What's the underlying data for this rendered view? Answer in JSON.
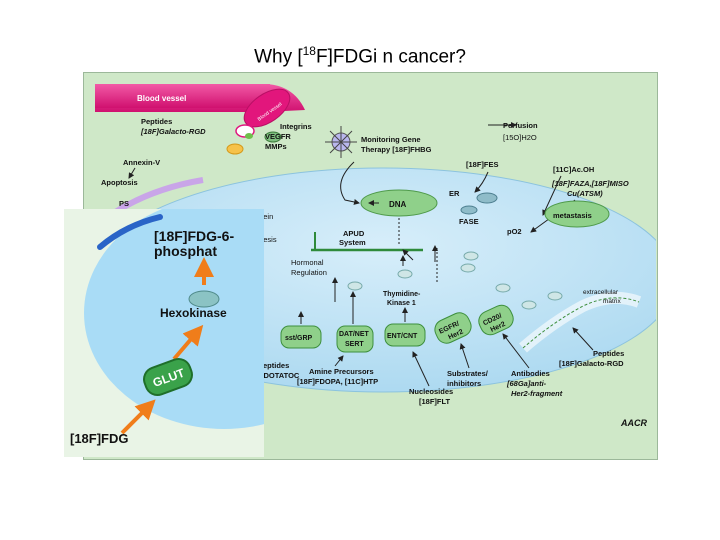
{
  "title": {
    "prefix": "Why [",
    "sup": "18",
    "suffix": "F]FDGi n cancer?"
  },
  "main": {
    "blood_vessel": "Blood vessel",
    "blood_vessel_cap": "Blood vessel",
    "peptides_1": "Peptides",
    "galacto_rgd_1": "[18F]Galacto-RGD",
    "integrins": "Integrins",
    "vegfr": "VEGFR",
    "mmps": "MMPs",
    "monitoring_1": "Monitoring Gene",
    "monitoring_2": "Therapy [18F]FHBG",
    "perfusion": "Perfusion",
    "h2o": "[15O]H2O",
    "annexin": "Annexin-V",
    "apoptosis": "Apoptosis",
    "ps": "PS",
    "fes": "[18F]FES",
    "acoh": "[11C]Ac.OH",
    "er": "ER",
    "faza_1": "[18F]FAZA,[18F]MISO",
    "faza_2": "Cu(ATSM)",
    "dna": "DNA",
    "fase": "FASE",
    "po2": "pO2",
    "metastasis": "metastasis",
    "protein_1": "otein",
    "protein_2": "thesis",
    "apud_1": "APUD",
    "apud_2": "System",
    "hormonal_1": "Hormonal",
    "hormonal_2": "Regulation",
    "tk_1": "Thymidine-",
    "tk_2": "Kinase 1",
    "ecm_1": "extracellular",
    "ecm_2": "matrix",
    "sst": "sst/GRP",
    "dat_1": "DAT/NET",
    "dat_2": "SERT",
    "ent": "ENT/CNT",
    "egfr_1": "EGFR/",
    "egfr_2": "Her2",
    "cd20_1": "CD20/",
    "cd20_2": "Her2",
    "peptides_2": "Peptides",
    "galacto_rgd_2": "[18F]Galacto-RGD",
    "peptides_3": "eptides",
    "dotatoc": "]DOTATOC",
    "amine_1": "Amine Precursors",
    "amine_2": "[18F]FDOPA, [11C]HTP",
    "nucleo_1": "Nucleosides",
    "nucleo_2": "[18F]FLT",
    "subs_1": "Substrates/",
    "subs_2": "inhibitors",
    "anti_1": "Antibodies",
    "anti_2": "[68Ga]anti-",
    "anti_3": "Her2-fragment",
    "logo": "AACR"
  },
  "inset": {
    "fdg6p_1": "[18F]FDG-6-",
    "fdg6p_2": "phosphat",
    "hexokinase": "Hexokinase",
    "glut": "GLUT",
    "fdg": "[18F]FDG"
  },
  "colors": {
    "frame": "#cfe8c8",
    "cell": "#bfe3f5",
    "vessel": "#e6177f",
    "dna": "#8fd08a",
    "inset_cell": "#a9dcf6",
    "orange_arrow": "#f07d1a",
    "glut": "#3aa24a"
  }
}
